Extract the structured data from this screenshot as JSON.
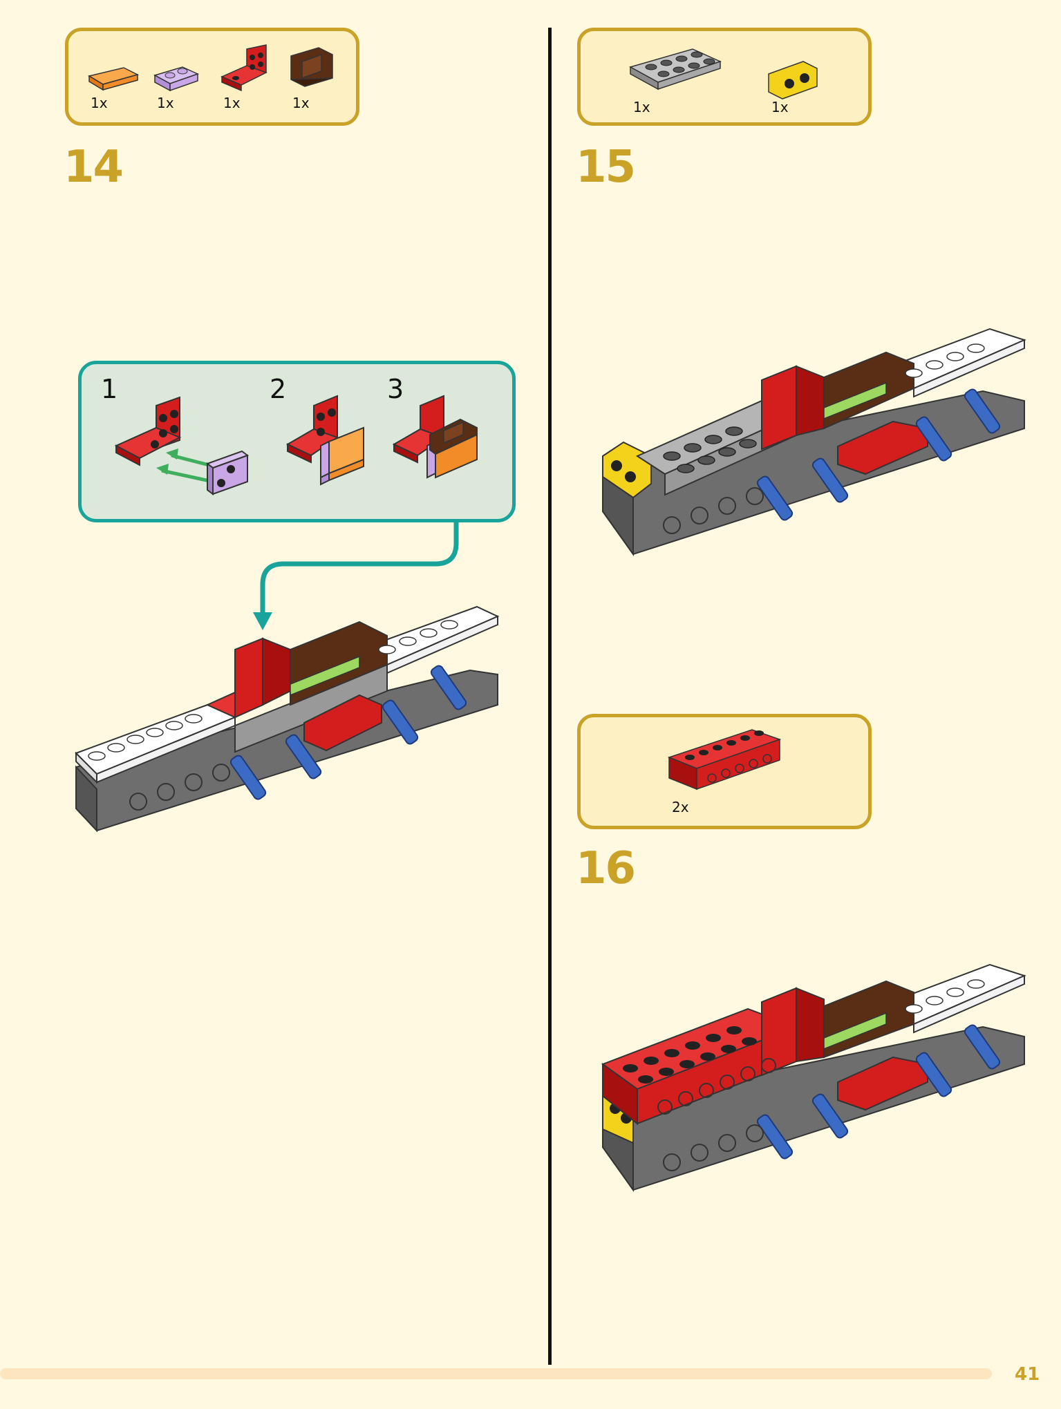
{
  "steps": [
    {
      "number": "14",
      "parts": [
        {
          "qty": "1x",
          "color": "#f28c28",
          "icon": "orange-tile-icon"
        },
        {
          "qty": "1x",
          "color": "#c9a7e6",
          "icon": "lavender-plate-icon"
        },
        {
          "qty": "1x",
          "color": "#d41e1e",
          "icon": "red-bracket-icon"
        },
        {
          "qty": "1x",
          "color": "#5a2e14",
          "icon": "brown-slope-icon"
        }
      ]
    },
    {
      "number": "15",
      "parts": [
        {
          "qty": "1x",
          "color": "#a8a8a8",
          "icon": "gray-plate-icon"
        },
        {
          "qty": "1x",
          "color": "#f2d21b",
          "icon": "yellow-bracket-icon"
        }
      ]
    },
    {
      "number": "16",
      "parts": [
        {
          "qty": "2x",
          "color": "#d41e1e",
          "icon": "red-technic-brick-icon"
        }
      ]
    }
  ],
  "substeps": [
    "1",
    "2",
    "3"
  ],
  "page_number": "41",
  "colors": {
    "accent": "#c9a227",
    "teal": "#18a39b",
    "background": "#fef9e0"
  }
}
